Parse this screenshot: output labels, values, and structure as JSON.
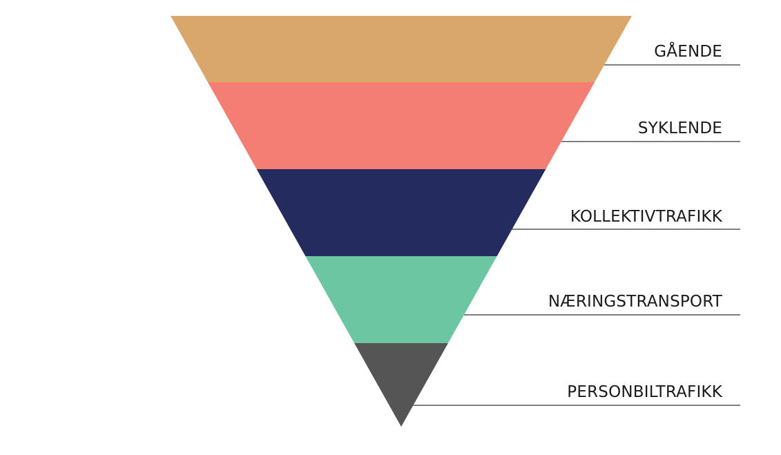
{
  "pyramid": {
    "tiers": [
      {
        "label": "GÅENDE",
        "color": "#D9A66B"
      },
      {
        "label": "SYKLENDE",
        "color": "#F47E73"
      },
      {
        "label": "KOLLEKTIVTRAFIKK",
        "color": "#242B5E"
      },
      {
        "label": "NÆRINGSTRANSPORT",
        "color": "#6CC6A2"
      },
      {
        "label": "PERSONBILTRAFIKK",
        "color": "#555555"
      }
    ]
  }
}
